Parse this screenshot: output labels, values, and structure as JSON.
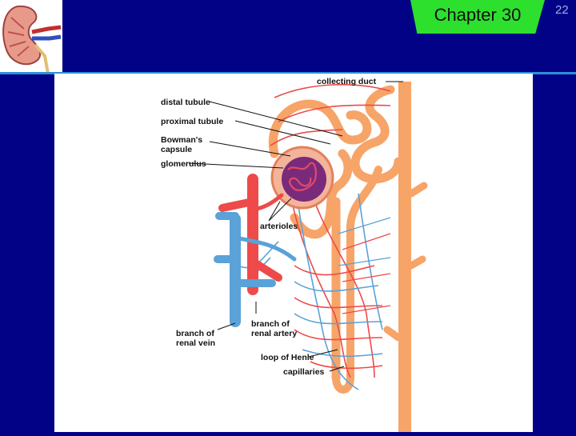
{
  "header": {
    "chapter_title": "Chapter 30",
    "page_number": "22"
  },
  "colors": {
    "background": "#020287",
    "tab": "#2ee02e",
    "artery": "#ee4a4a",
    "vein": "#5aa2d8",
    "tubule": "#f7a468"
  },
  "diagram": {
    "labels": {
      "collecting_duct": "collecting duct",
      "distal_tubule": "distal tubule",
      "proximal_tubule": "proximal tubule",
      "bowmans_1": "Bowman's",
      "bowmans_2": "capsule",
      "glomerulus": "glomerulus",
      "arterioles": "arterioles",
      "branch_artery_1": "branch of",
      "branch_artery_2": "renal artery",
      "branch_vein_1": "branch of",
      "branch_vein_2": "renal vein",
      "loop_of_henle": "loop of Henle",
      "capillaries": "capillaries"
    }
  }
}
